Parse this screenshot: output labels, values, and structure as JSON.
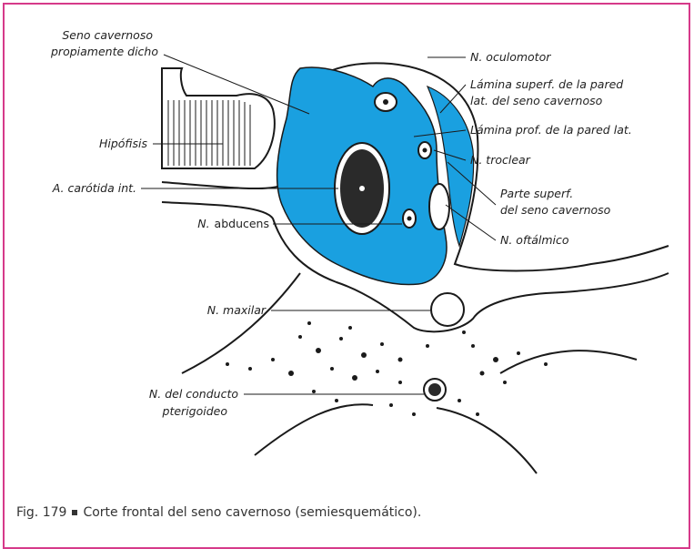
{
  "figure": {
    "labels": {
      "seno_line1": "Seno cavernoso",
      "seno_line2": "propiamente dicho",
      "hipofisis": "Hipófisis",
      "carotida": "A. carótida int.",
      "abducens_italic": "N.",
      "abducens_rest": "abducens",
      "maxilar": "N. maxilar",
      "pterigoideo_line1": "N. del conducto",
      "pterigoideo_line2": "pterigoideo",
      "oculomotor": "N. oculomotor",
      "lamina_superf_line1": "Lámina superf. de la pared",
      "lamina_superf_line2": "lat. del seno cavernoso",
      "lamina_prof": "Lámina prof. de la pared lat.",
      "troclear": "N. troclear",
      "parte_superf_line1": "Parte superf.",
      "parte_superf_line2": "del seno cavernoso",
      "oftalmico": "N. oftálmico"
    },
    "colors": {
      "sinus_fill": "#1aa0e0",
      "frame": "#d63a8a",
      "ink": "#1a1a1a"
    }
  },
  "caption": {
    "fig_number": "Fig. 179",
    "text": "Corte frontal del seno cavernoso (semiesquemático)."
  }
}
